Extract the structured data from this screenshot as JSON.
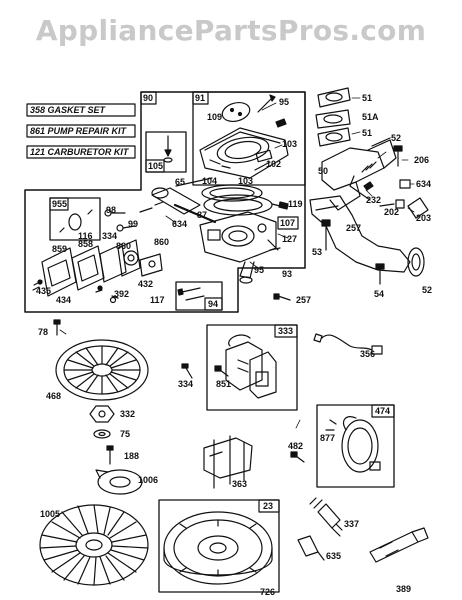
{
  "watermark": "AppliancePartsPros.com",
  "kits": {
    "gasket_set": "358 GASKET SET",
    "pump_repair_kit": "861 PUMP REPAIR KIT",
    "carburetor_kit": "121 CARBURETOR KIT"
  },
  "box_numbers": {
    "b90": "90",
    "b91": "91",
    "b105": "105",
    "b955": "955",
    "b107": "107",
    "b94": "94",
    "b333": "333",
    "b474": "474",
    "b23": "23"
  },
  "part_labels": {
    "p95": "95",
    "p109": "109",
    "p103a": "103",
    "p102": "102",
    "p104": "104",
    "p103b": "103",
    "p119": "119",
    "p51a": "51",
    "p51A": "51A",
    "p51b": "51",
    "p52a": "52",
    "p50": "50",
    "p206": "206",
    "p634b": "634",
    "p232": "232",
    "p202": "202",
    "p203": "203",
    "p257a": "257",
    "p53": "53",
    "p54": "54",
    "p52b": "52",
    "p65": "65",
    "p98": "98",
    "p99": "99",
    "p634a": "634",
    "p87": "87",
    "p116": "116",
    "p127": "127",
    "p859": "859",
    "p858": "858",
    "p334a": "334",
    "p860a": "860",
    "p860b": "860",
    "p95b": "95",
    "p93": "93",
    "p435": "435",
    "p434": "434",
    "p392": "392",
    "p432": "432",
    "p117": "117",
    "p257b": "257",
    "p78": "78",
    "p334b": "334",
    "p851": "851",
    "p356": "356",
    "p468": "468",
    "p332": "332",
    "p75": "75",
    "p482": "482",
    "p877": "877",
    "p188": "188",
    "p1006": "1006",
    "p363": "363",
    "p1005": "1005",
    "p337": "337",
    "p635": "635",
    "p726": "726",
    "p389": "389"
  }
}
